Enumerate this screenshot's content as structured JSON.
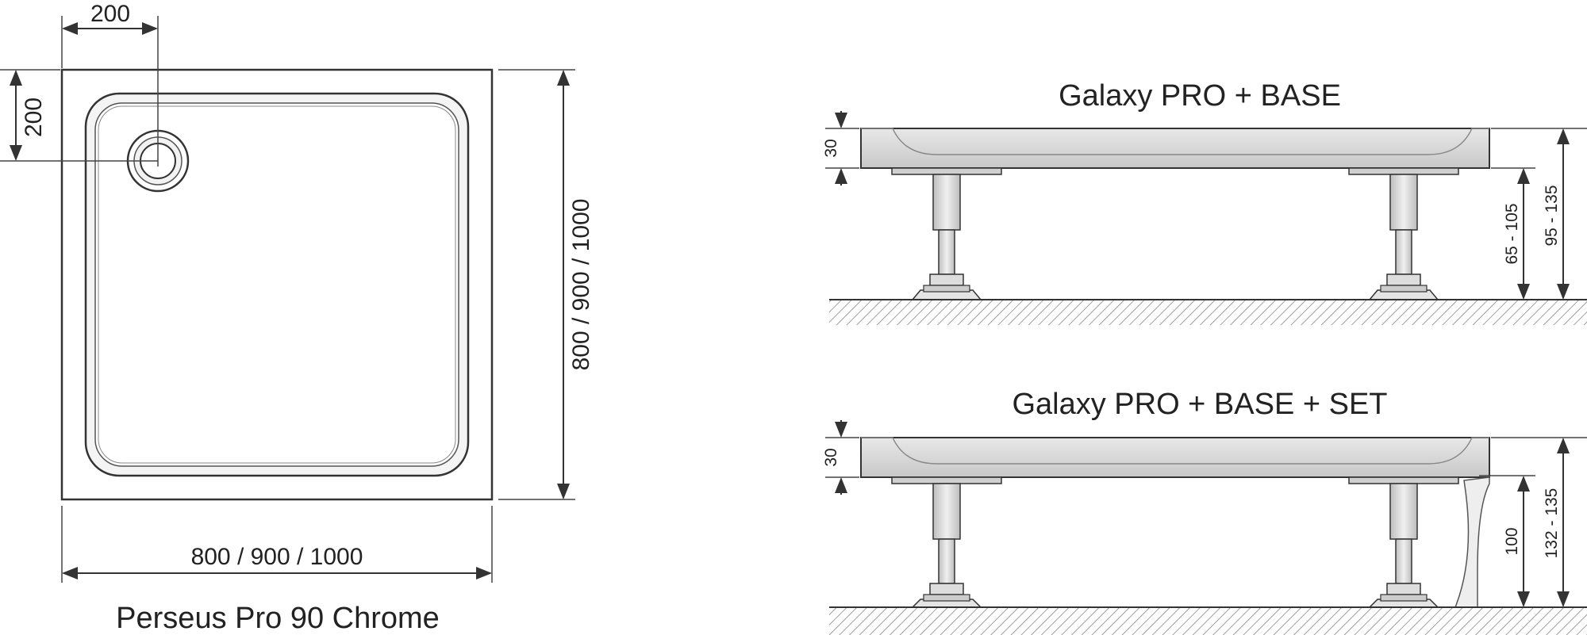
{
  "plan_view": {
    "drain_offset_x": "200",
    "drain_offset_y": "200",
    "width_label": "800 / 900 / 1000",
    "depth_label": "800 / 900 / 1000",
    "caption": "Perseus Pro 90 Chrome"
  },
  "elevation_base": {
    "title": "Galaxy PRO + BASE",
    "tray_height": "30",
    "leg_height": "65 - 105",
    "total_height": "95 - 135"
  },
  "elevation_base_set": {
    "title": "Galaxy PRO + BASE + SET",
    "tray_height": "30",
    "panel_height": "100",
    "total_height": "132 - 135"
  },
  "colors": {
    "line": "#333333",
    "tray_fill": "#dcdcdc",
    "tray_shade": "#bdbdbd",
    "tray_rim": "#e6e6e6"
  }
}
